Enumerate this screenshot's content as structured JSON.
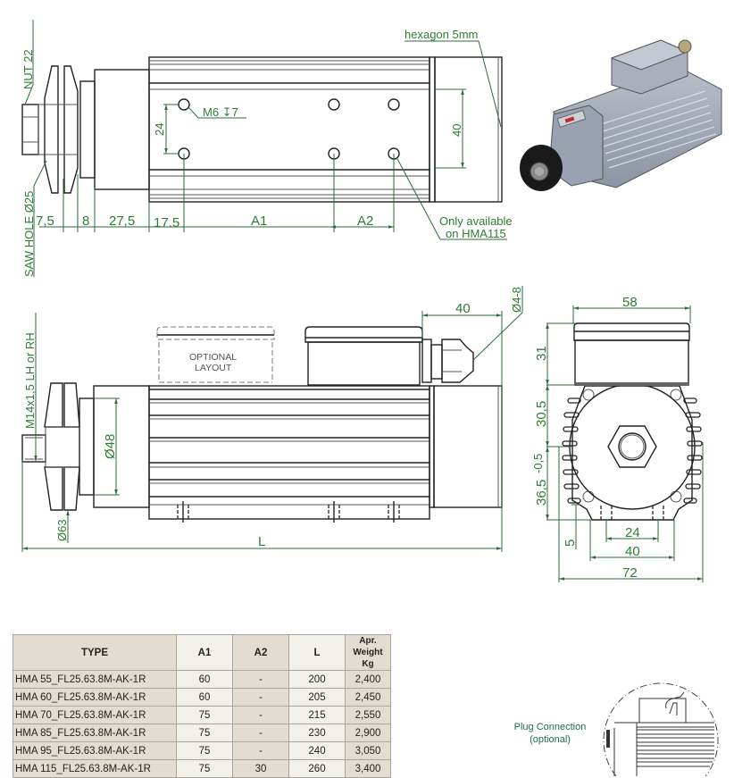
{
  "labels": {
    "nut": "NUT 22",
    "saw_hole": "SAW HOLE Ø25",
    "m6": "M6 ↧7",
    "hexagon": "hexagon 5mm",
    "only_available_1": "Only available",
    "only_available_2": "on HMA115",
    "thread": "M14x1,5 LH or RH",
    "optional_layout_1": "OPTIONAL",
    "optional_layout_2": "LAYOUT",
    "cable_gland": "Ø4-8",
    "plug_connection_1": "Plug Connection",
    "plug_connection_2": "(optional)"
  },
  "top_view_dims": {
    "d1": "7,5",
    "d2": "8",
    "d3": "27,5",
    "d4": "17.5",
    "a1": "A1",
    "a2": "A2",
    "hole_spacing": "24",
    "hole_spacing_long": "40"
  },
  "side_view_dims": {
    "pulley_dia": "Ø63",
    "flange_dia": "Ø48",
    "length": "L",
    "gland_offset": "40"
  },
  "front_view_dims": {
    "box_width": "58",
    "box_height": "31",
    "upper_height": "30,5",
    "lower_height": "36,5",
    "lower_tol": "-0,5",
    "foot": "5",
    "hole_spacing": "24",
    "base_width": "40",
    "overall_width": "72"
  },
  "table": {
    "headers": {
      "type": "TYPE",
      "a1": "A1",
      "a2": "A2",
      "l": "L",
      "weight_1": "Apr. Weight",
      "weight_2": "Kg"
    },
    "rows": [
      {
        "type": "HMA 55_FL25.63.8M-AK-1R",
        "a1": "60",
        "a2": "-",
        "l": "200",
        "weight": "2,400"
      },
      {
        "type": "HMA 60_FL25.63.8M-AK-1R",
        "a1": "60",
        "a2": "-",
        "l": "205",
        "weight": "2,450"
      },
      {
        "type": "HMA 70_FL25.63.8M-AK-1R",
        "a1": "75",
        "a2": "-",
        "l": "215",
        "weight": "2,550"
      },
      {
        "type": "HMA 85_FL25.63.8M-AK-1R",
        "a1": "75",
        "a2": "-",
        "l": "230",
        "weight": "2,900"
      },
      {
        "type": "HMA 95_FL25.63.8M-AK-1R",
        "a1": "75",
        "a2": "-",
        "l": "240",
        "weight": "3,050"
      },
      {
        "type": "HMA 115_FL25.63.8M-AK-1R",
        "a1": "75",
        "a2": "30",
        "l": "260",
        "weight": "3,400"
      }
    ]
  },
  "colors": {
    "dimension": "#2e7d32",
    "header_tan": "#e2ddd0",
    "cell_light": "#f2f0eb"
  }
}
